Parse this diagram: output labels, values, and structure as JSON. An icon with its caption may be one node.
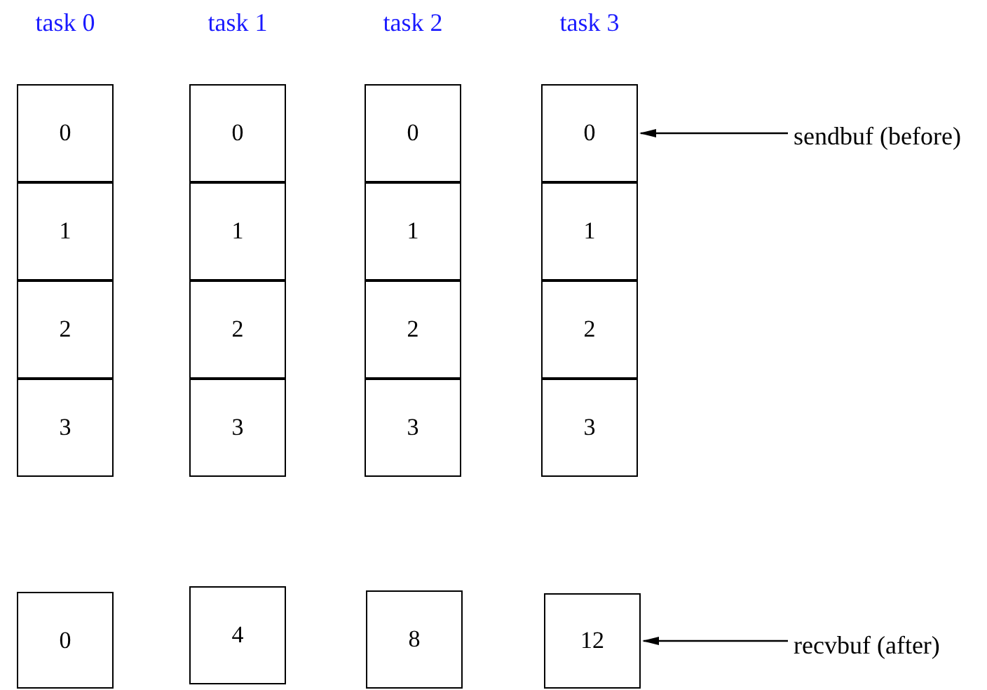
{
  "diagram": {
    "nodes": [
      {
        "text": [
          "0"
        ]
      },
      {
        "text": [
          "0"
        ]
      },
      {
        "text": [
          "0"
        ]
      },
      {
        "text": [
          "0"
        ]
      },
      {
        "text": [
          "1"
        ]
      },
      {
        "text": [
          "1"
        ]
      },
      {
        "text": [
          "1"
        ]
      },
      {
        "text": [
          "1"
        ]
      },
      {
        "text": [
          "2"
        ]
      },
      {
        "text": [
          "2"
        ]
      },
      {
        "text": [
          "2"
        ]
      },
      {
        "text": [
          "2"
        ]
      },
      {
        "text": [
          "3"
        ]
      },
      {
        "text": [
          "3"
        ]
      },
      {
        "text": [
          "3"
        ]
      },
      {
        "text": [
          "3"
        ]
      },
      {
        "text": [
          "0"
        ]
      },
      {
        "text": [
          "4"
        ]
      },
      {
        "text": [
          "8"
        ]
      },
      {
        "text": [
          "12"
        ]
      },
      {
        "text": [
          "sendbuf (before)"
        ]
      },
      {
        "text": [
          "recvbuf (after)"
        ]
      }
    ],
    "edges": [
      {
        "from": 20,
        "to": 3,
        "arrow": "to"
      },
      {
        "from": 21,
        "to": 19,
        "arrow": "to"
      }
    ],
    "labels": [
      "task 0",
      "task 1",
      "task 2",
      "task 3"
    ]
  }
}
